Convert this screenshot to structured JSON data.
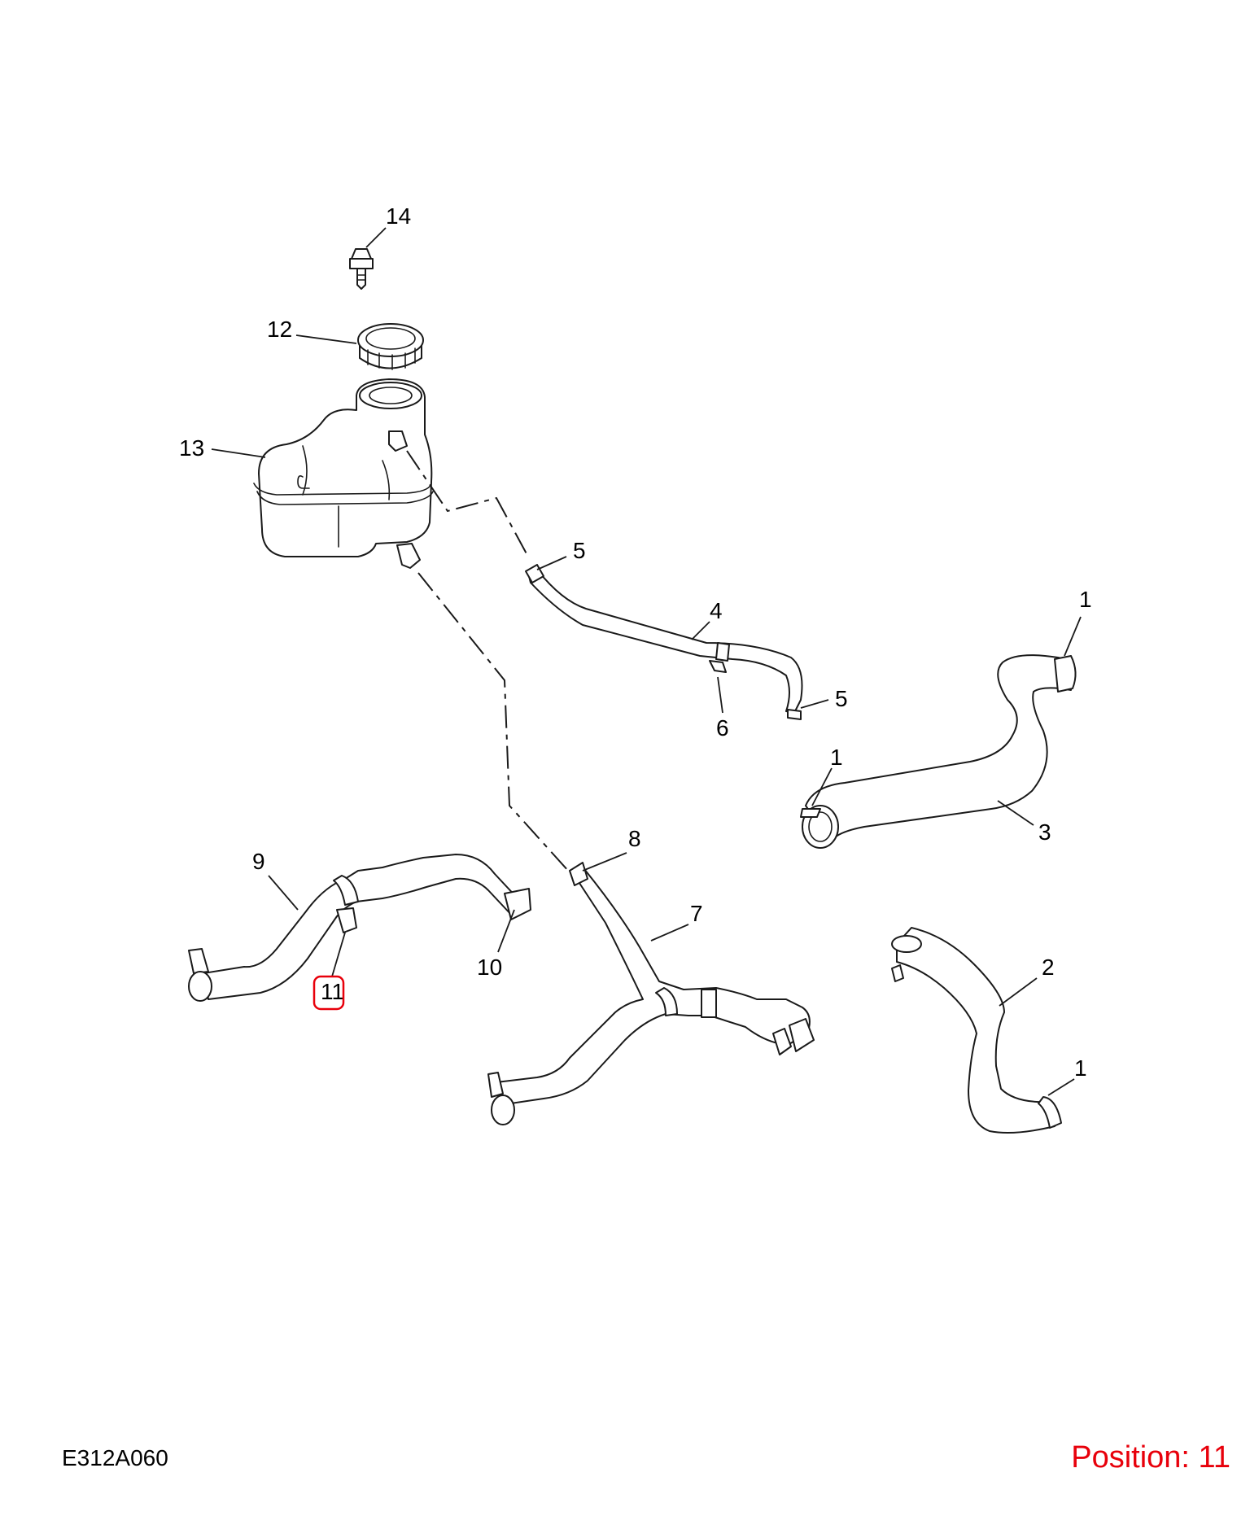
{
  "diagram": {
    "drawing_code": "E312A060",
    "position_label": "Position: 11",
    "highlight_color": "#e8000b",
    "callouts": {
      "c14": "14",
      "c12": "12",
      "c13": "13",
      "c5a": "5",
      "c4": "4",
      "c5b": "5",
      "c6": "6",
      "c1a": "1",
      "c1b": "1",
      "c3": "3",
      "c9": "9",
      "c10": "10",
      "c11": "11",
      "c8": "8",
      "c7": "7",
      "c2": "2",
      "c1c": "1"
    }
  }
}
